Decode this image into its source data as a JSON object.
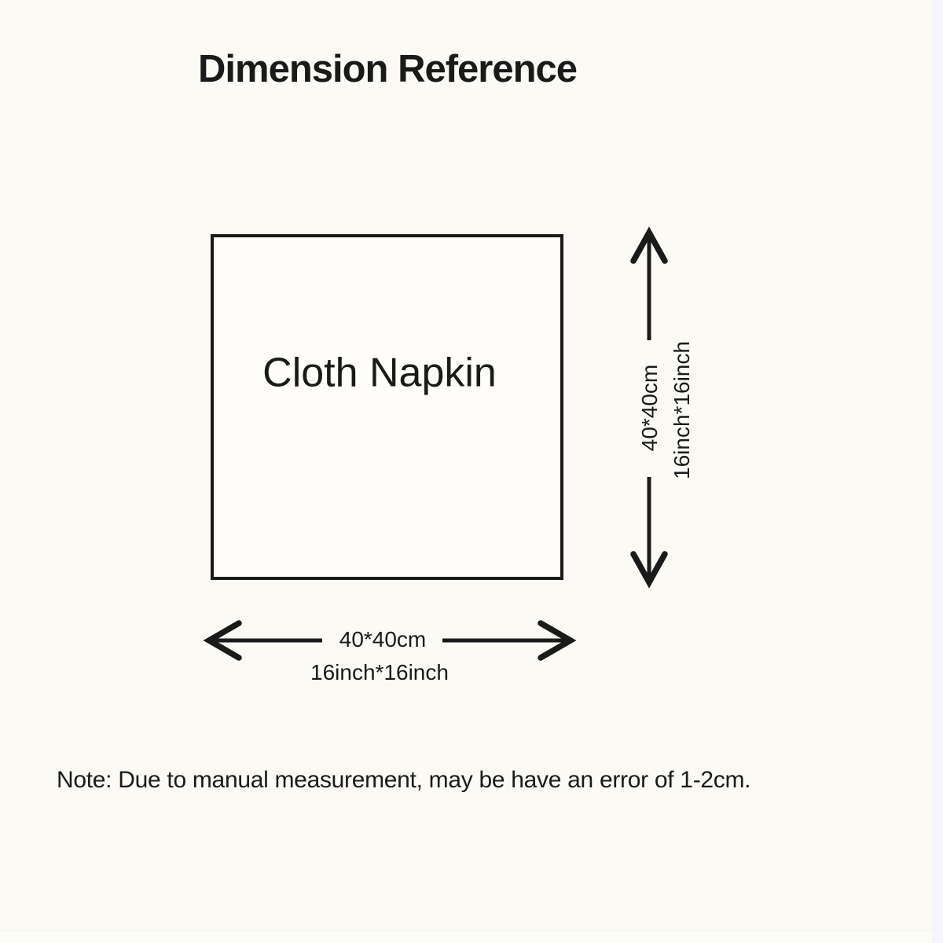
{
  "theme": {
    "background": "#fbfaf4",
    "ink": "#1a1a1a",
    "square_fill": "#fefdf9",
    "edge_strip": "#f5f6fb",
    "bottom_strip": "#fdfdf8"
  },
  "title": "Dimension Reference",
  "diagram": {
    "product_label": "Cloth Napkin",
    "height_dimension": {
      "cm": "40*40cm",
      "inch": "16inch*16inch"
    },
    "width_dimension": {
      "cm": "40*40cm",
      "inch": "16inch*16inch"
    },
    "icons": {
      "vertical_arrow": "vertical-double-arrow-icon",
      "horizontal_arrow": "horizontal-double-arrow-icon"
    }
  },
  "note": "Note: Due to manual measurement, may be have an error of 1-2cm."
}
